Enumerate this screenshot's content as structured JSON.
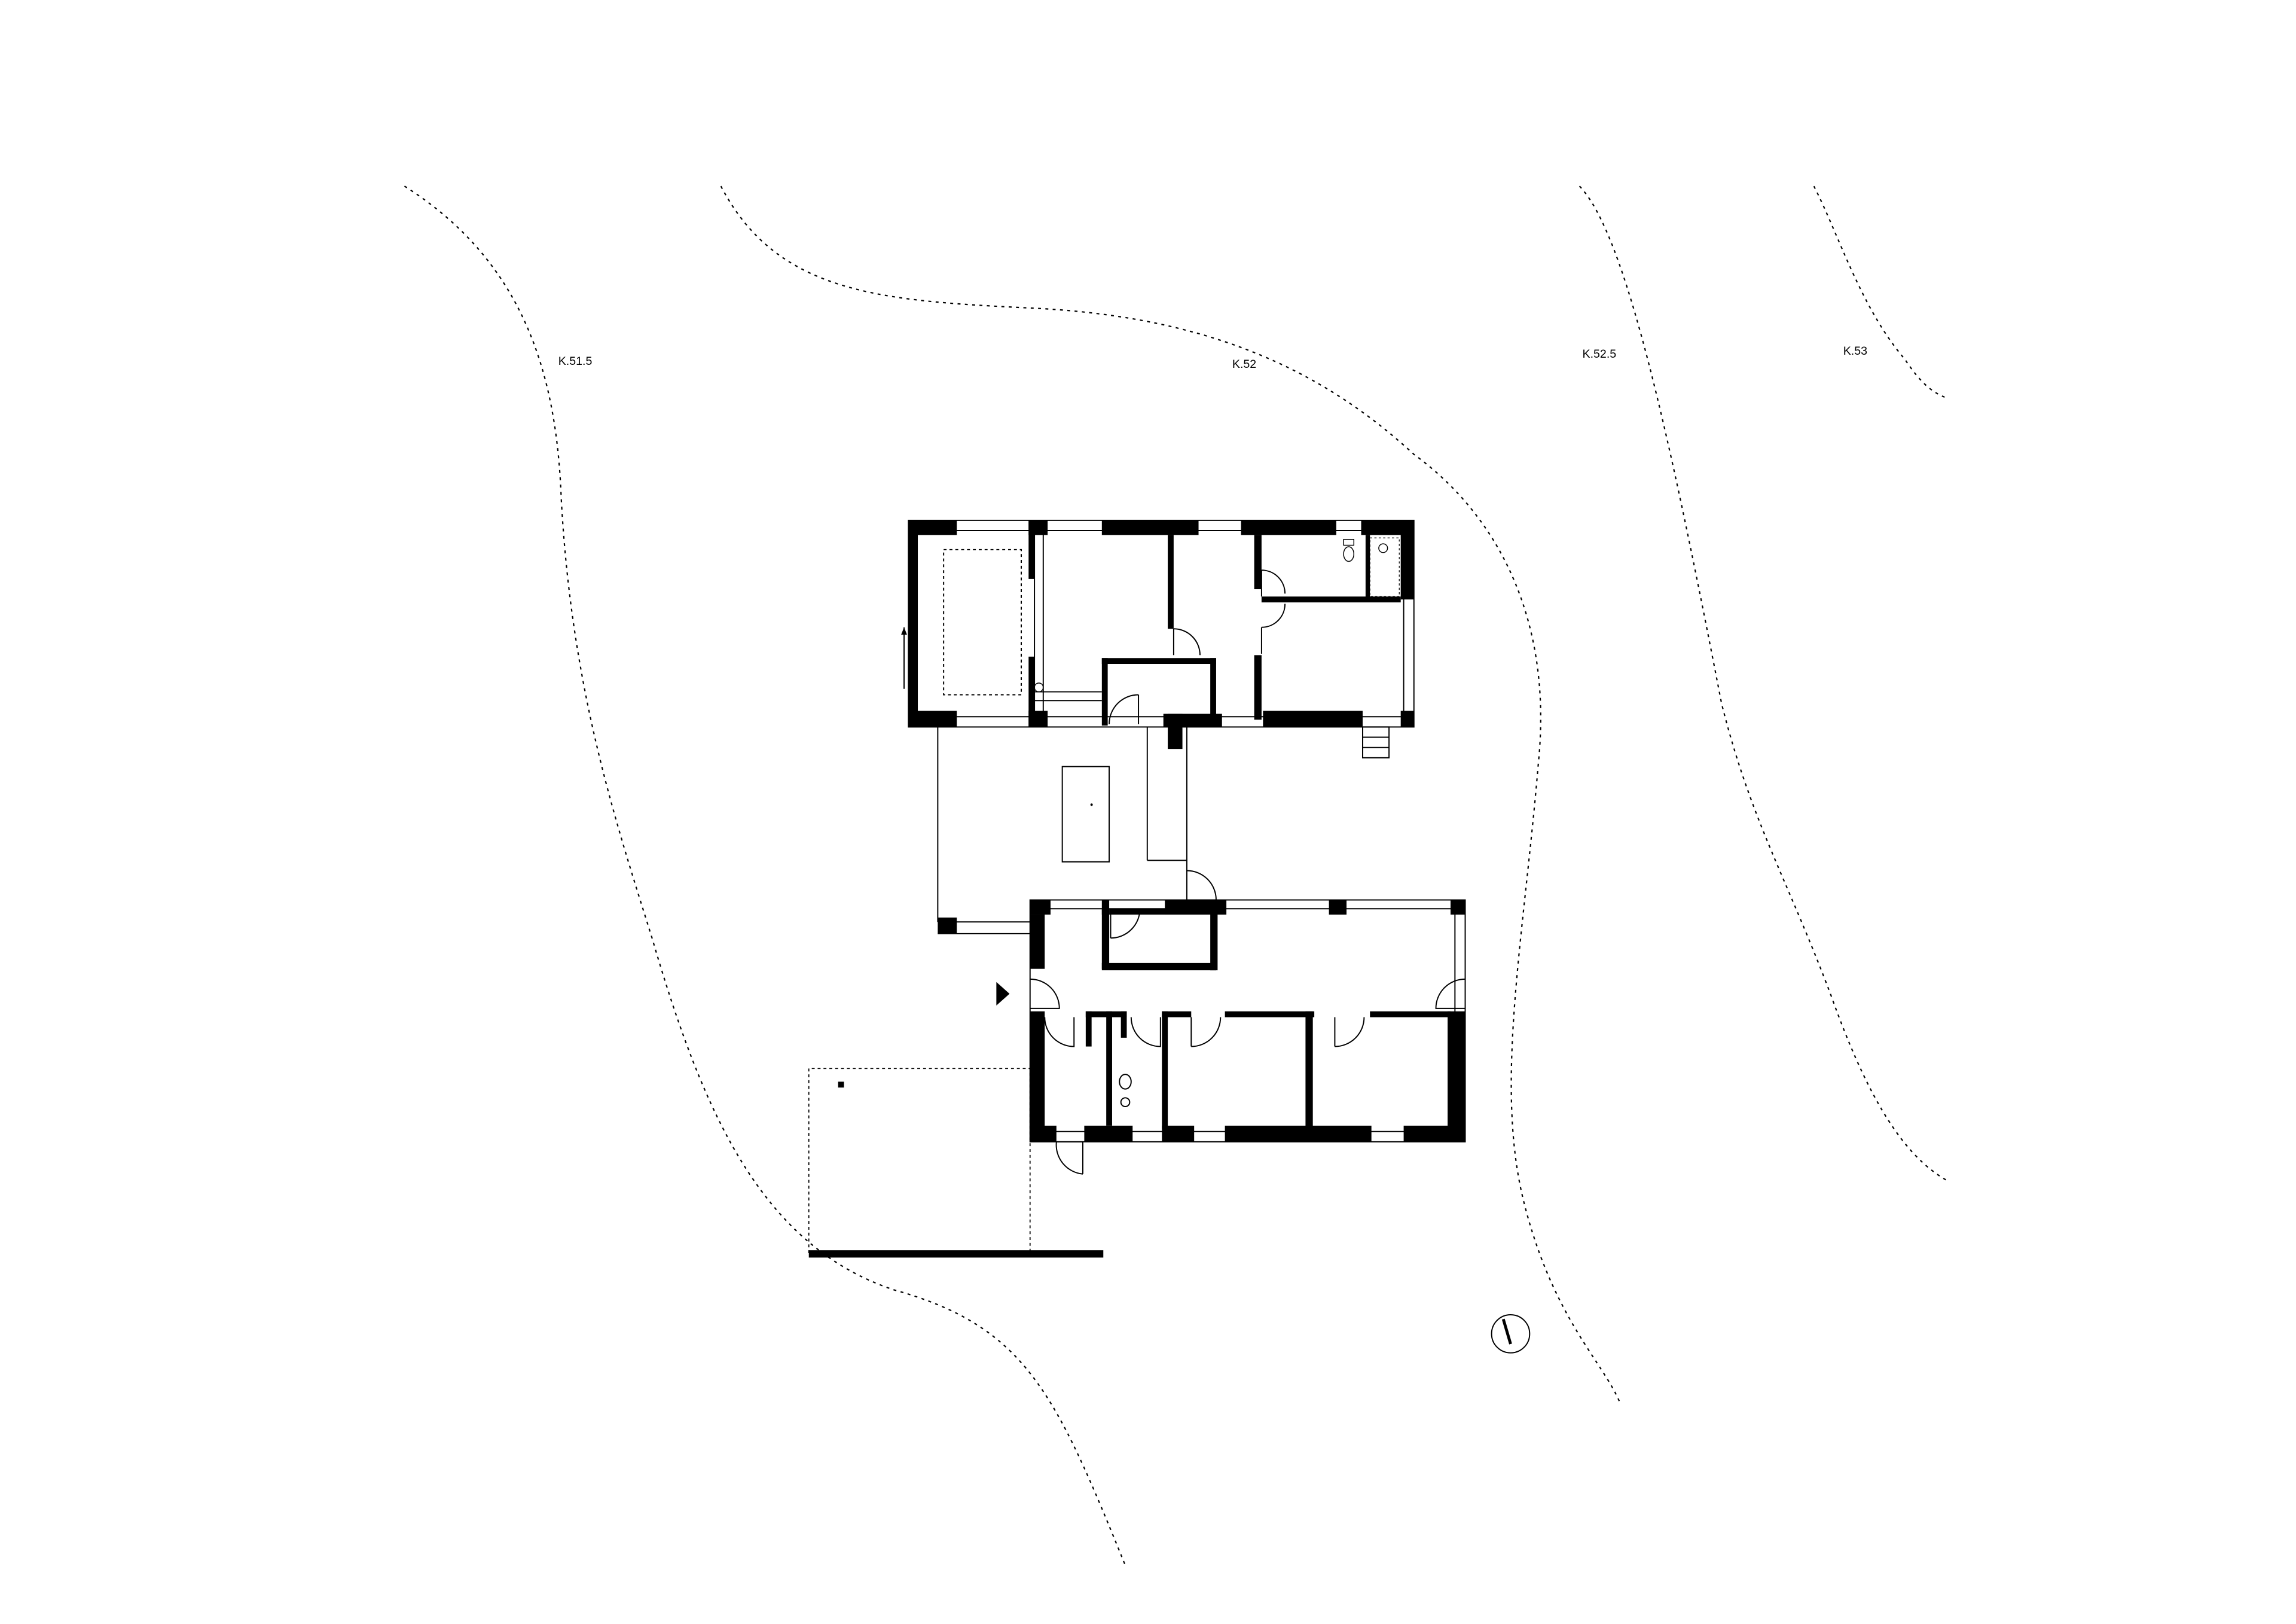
{
  "drawing": {
    "type": "site floor plan",
    "contour_labels": [
      {
        "id": "k51-5",
        "text": "K.51.5"
      },
      {
        "id": "k52",
        "text": "K.52"
      },
      {
        "id": "k52-5",
        "text": "K.52.5"
      },
      {
        "id": "k53",
        "text": "K.53"
      }
    ],
    "north_arrow": "north-arrow-icon",
    "entrance_marker": "entrance-arrow-icon",
    "colors": {
      "line": "#000000",
      "background": "#ffffff"
    }
  }
}
